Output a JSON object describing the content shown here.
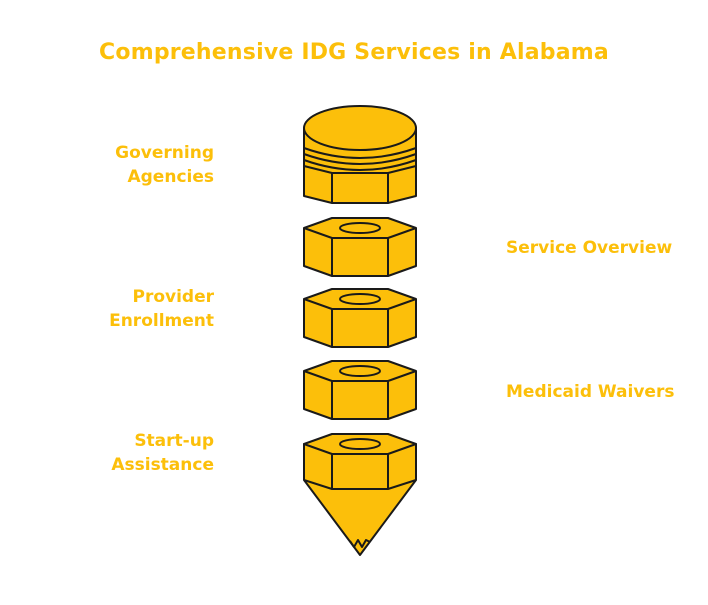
{
  "title": "Comprehensive IDG Services in Alabama",
  "colors": {
    "accent": "#fcbf0a",
    "outline": "#1a1a1a"
  },
  "labels": {
    "governing_agencies": [
      "Governing",
      "Agencies"
    ],
    "service_overview": "Service Overview",
    "provider_enrollment": [
      "Provider",
      "Enrollment"
    ],
    "medicaid_waivers": "Medicaid Waivers",
    "startup_assistance": [
      "Start-up",
      "Assistance"
    ]
  }
}
